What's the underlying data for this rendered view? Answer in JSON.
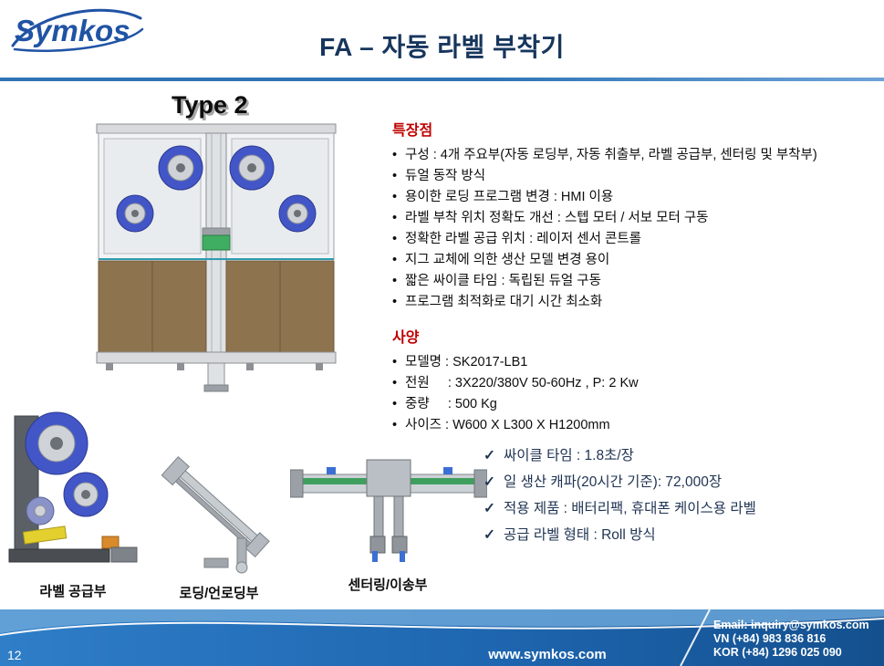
{
  "ui": {
    "bullet_char": "•",
    "check_char": "✓"
  },
  "logo": {
    "text": "Symkos"
  },
  "header": {
    "title": "FA – 자동 라벨 부착기"
  },
  "machine": {
    "type_label": "Type 2"
  },
  "features": {
    "heading": "특장점",
    "items": [
      "구성 : 4개 주요부(자동 로딩부, 자동 취출부, 라벨 공급부, 센터링 및 부착부)",
      "듀얼 동작 방식",
      "용이한 로딩 프로그램 변경 : HMI 이용",
      "라벨 부착 위치 정확도 개선 : 스텝 모터 / 서보 모터 구동",
      "정확한 라벨 공급 위치 : 레이저 센서 콘트롤",
      "지그 교체에 의한 생산 모델 변경 용이",
      "짧은 싸이클 타임 : 독립된 듀얼 구동",
      "프로그램 최적화로 대기 시간 최소화"
    ]
  },
  "specs": {
    "heading": "사양",
    "items": [
      "모델명 : SK2017-LB1",
      "전원     : 3X220/380V 50-60Hz , P: 2 Kw",
      "중량     : 500 Kg",
      "사이즈 : W600 X L300 X H1200mm"
    ]
  },
  "highlights": {
    "items": [
      "싸이클 타임 : 1.8초/장",
      "일 생산 캐파(20시간 기준): 72,000장",
      "적용 제품 : 배터리팩, 휴대폰 케이스용 라벨",
      "공급 라벨 형태 : Roll 방식"
    ]
  },
  "captions": {
    "supply": "라벨 공급부",
    "loading": "로딩/언로딩부",
    "centering": "센터링/이송부"
  },
  "footer": {
    "page_number": "12",
    "website": "www.symkos.com",
    "email": "Email: inquiry@symkos.com",
    "phone_vn": "VN (+84) 983 836 816",
    "phone_kor": "KOR (+84) 1296 025 090"
  },
  "colors": {
    "title_navy": "#17365d",
    "heading_red": "#c00000",
    "accent_blue": "#2e74b5",
    "footer_blue": "#1e66b0"
  }
}
